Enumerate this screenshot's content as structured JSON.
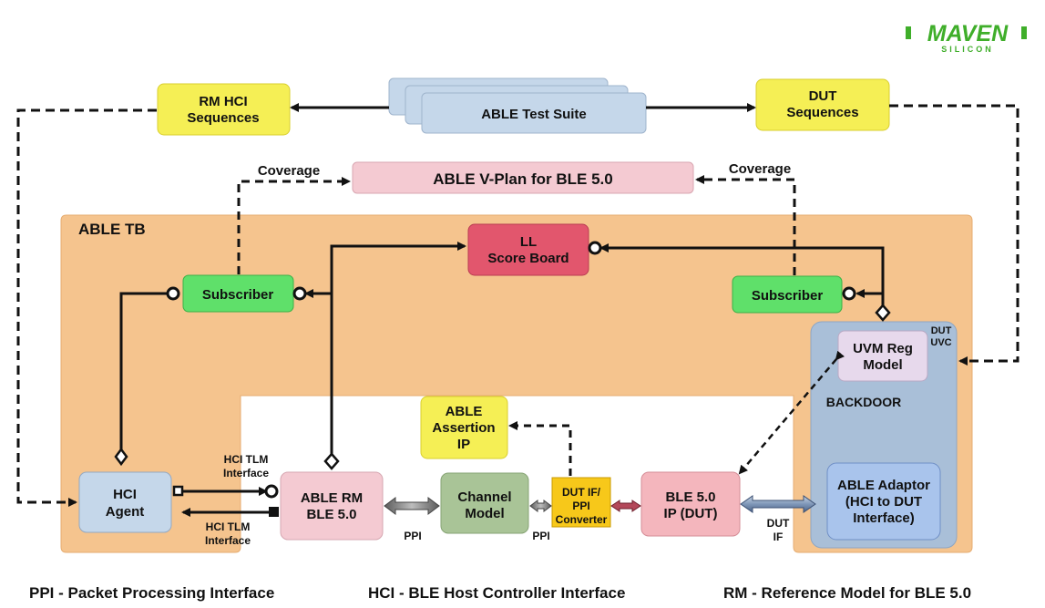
{
  "logo": {
    "name": "MAVEN",
    "sub": "SILICON"
  },
  "boxes": {
    "rm_hci_seq": [
      "RM HCI",
      "Sequences"
    ],
    "test_suite": "ABLE Test Suite",
    "dut_seq": [
      "DUT",
      "Sequences"
    ],
    "vplan": "ABLE V-Plan for BLE 5.0",
    "scoreboard": [
      "LL",
      "Score Board"
    ],
    "subscriber_left": "Subscriber",
    "subscriber_right": "Subscriber",
    "uvm_reg": [
      "UVM Reg",
      "Model"
    ],
    "assertion": [
      "ABLE",
      "Assertion",
      "IP"
    ],
    "hci_agent": [
      "HCI",
      "Agent"
    ],
    "able_rm": [
      "ABLE RM",
      "BLE 5.0"
    ],
    "channel": [
      "Channel",
      "Model"
    ],
    "converter": [
      "DUT IF/",
      "PPI",
      "Converter"
    ],
    "ble_ip": [
      "BLE 5.0",
      "IP (DUT)"
    ],
    "adaptor": [
      "ABLE Adaptor",
      "(HCI to DUT",
      "Interface)"
    ]
  },
  "labels": {
    "tb": "ABLE TB",
    "coverage_left": "Coverage",
    "coverage_right": "Coverage",
    "dut_uvc": [
      "DUT",
      "UVC"
    ],
    "backdoor": "BACKDOOR",
    "hci_tlm_top": [
      "HCI TLM",
      "Interface"
    ],
    "hci_tlm_bottom": [
      "HCI TLM",
      "Interface"
    ],
    "ppi_left": "PPI",
    "ppi_right": "PPI",
    "dut_if": [
      "DUT",
      "IF"
    ]
  },
  "legend": {
    "ppi": "PPI - Packet Processing Interface",
    "hci": "HCI - BLE Host Controller Interface",
    "rm": "RM - Reference Model for BLE 5.0"
  },
  "colors": {
    "tb_fill": "#f5c48e",
    "yellow": "#f5ef55",
    "blue_box": "#c5d7ea",
    "pink_box": "#f4cad2",
    "scoreboard": "#e2566d",
    "green": "#5fe06a",
    "olive": "#a9c497",
    "converter": "#f7c81a",
    "adaptor": "#a9c4ec",
    "logo_green": "#3fae2a"
  }
}
